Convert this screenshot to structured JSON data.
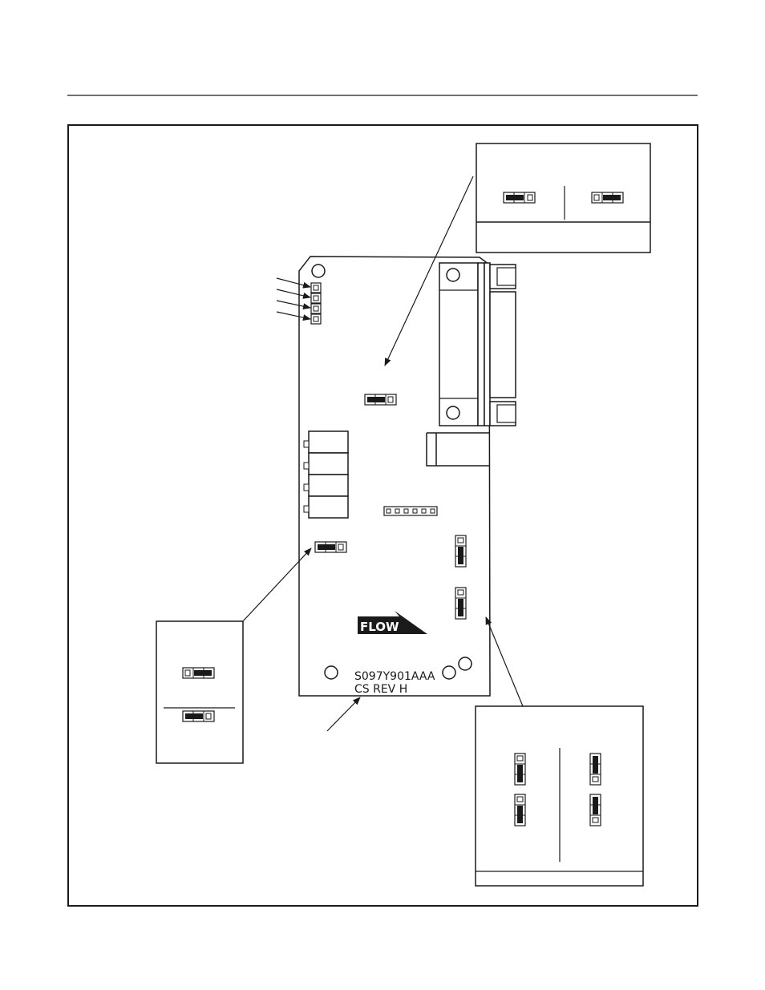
{
  "board": {
    "part_number": "S097Y901AAA",
    "revision": "CS REV H",
    "flow_label": "FLOW"
  },
  "colors": {
    "line": "#1a1a1a",
    "background": "#ffffff"
  },
  "icons": {
    "flow_arrow": "flow-arrow-icon",
    "jumper": "jumper-icon",
    "connector": "db-connector-icon"
  }
}
